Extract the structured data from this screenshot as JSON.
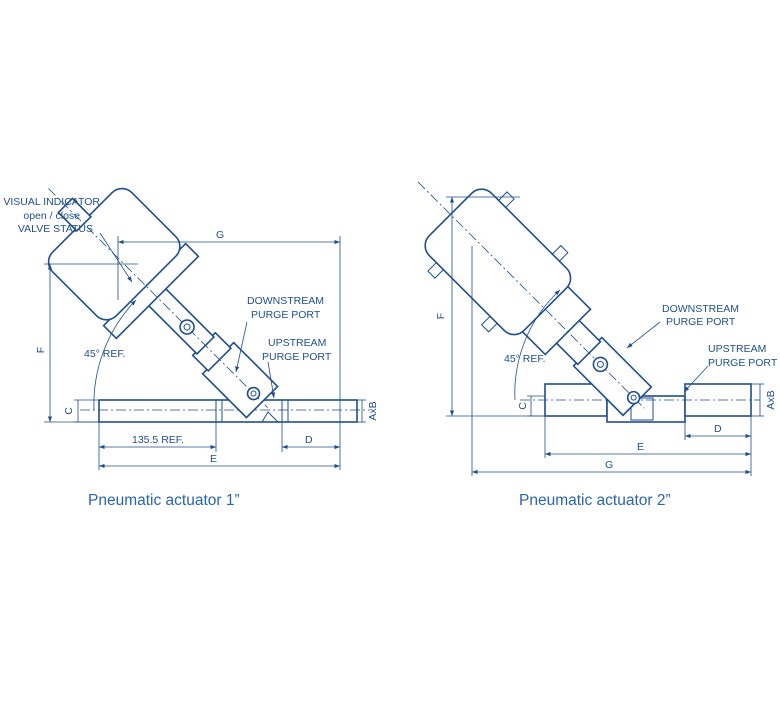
{
  "figure_left": {
    "caption": "Pneumatic actuator 1”",
    "callouts": {
      "visual_indicator_line1": "VISUAL INDICATOR",
      "visual_indicator_line2": "open / close",
      "visual_indicator_line3": "VALVE STATUS",
      "downstream_line1": "DOWNSTREAM",
      "downstream_line2": "PURGE PORT",
      "upstream_line1": "UPSTREAM",
      "upstream_line2": "PURGE PORT"
    },
    "dimensions": {
      "g": "G",
      "f": "F",
      "angle": "45° REF.",
      "c": "C",
      "axb": "AxB",
      "ref_length": "135.5 REF.",
      "d": "D",
      "e": "E"
    }
  },
  "figure_right": {
    "caption": "Pneumatic actuator 2”",
    "callouts": {
      "downstream_line1": "DOWNSTREAM",
      "downstream_line2": "PURGE PORT",
      "upstream_line1": "UPSTREAM",
      "upstream_line2": "PURGE PORT"
    },
    "dimensions": {
      "f": "F",
      "angle": "45° REF.",
      "c": "C",
      "axb": "AxB",
      "d": "D",
      "e": "E",
      "g": "G"
    }
  },
  "colors": {
    "line": "#1f4e8c",
    "caption": "#2a65a8",
    "background": "#ffffff"
  }
}
